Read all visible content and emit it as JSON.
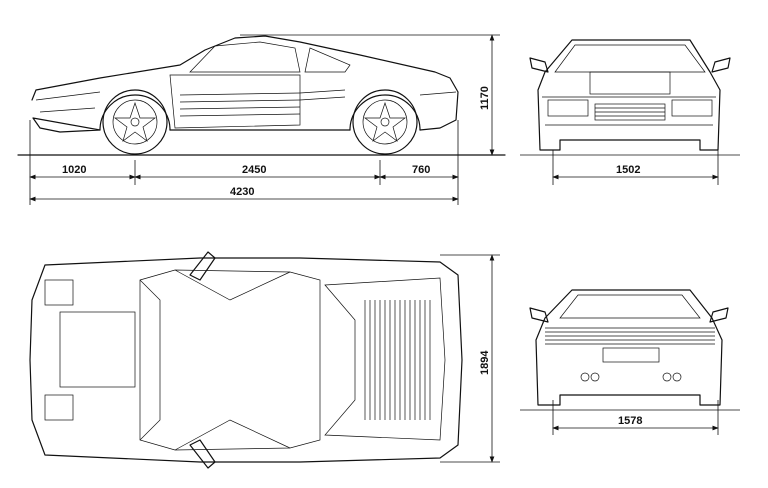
{
  "blueprint": {
    "side_view": {
      "front_overhang": "1020",
      "wheelbase": "2450",
      "rear_overhang": "760",
      "overall_length": "4230",
      "height": "1170"
    },
    "front_view": {
      "front_track": "1502"
    },
    "top_view": {
      "overall_width": "1894"
    },
    "rear_view": {
      "rear_track": "1578"
    }
  }
}
